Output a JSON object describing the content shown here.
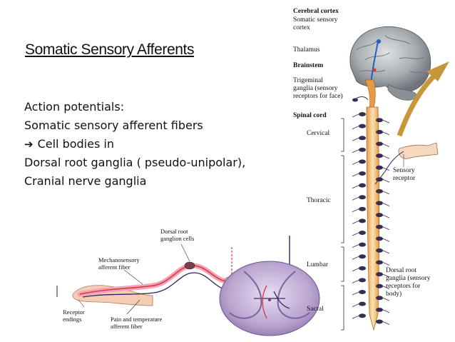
{
  "slide": {
    "title": "Somatic Sensory Afferents",
    "body_lines": [
      "Action potentials:",
      "Somatic sensory afferent fibers",
      "Cell bodies in",
      "Dorsal root ganglia ( pseudo-unipolar),",
      "Cranial nerve ganglia"
    ],
    "arrow_icon": "right-arrow-icon"
  },
  "right_figure": {
    "cerebral_cortex": "Cerebral cortex",
    "somatic_sensory_cortex_1": "Somatic sensory",
    "somatic_sensory_cortex_2": "cortex",
    "thalamus": "Thalamus",
    "brainstem": "Brainstem",
    "trigeminal_1": "Trigeminal",
    "trigeminal_2": "ganglia (sensory",
    "trigeminal_3": "receptors for face)",
    "spinal_cord": "Spinal cord",
    "cervical": "Cervical",
    "thoracic": "Thoracic",
    "lumbar": "Lumbar",
    "sacral": "Sacral",
    "sensory_receptor_1": "Sensory",
    "sensory_receptor_2": "receptor",
    "drg_1": "Dorsal root",
    "drg_2": "ganglia (sensory",
    "drg_3": "receptors for",
    "drg_4": "body)"
  },
  "left_figure": {
    "dorsal_root_1": "Dorsal root",
    "dorsal_root_2": "ganglion cells",
    "mechano_1": "Mechanosensory",
    "mechano_2": "afferent fiber",
    "receptor_1": "Receptor",
    "receptor_2": "endings",
    "pain_1": "Pain and temperature",
    "pain_2": "afferent fiber"
  },
  "colors": {
    "brain": "#a9aeb3",
    "spinal_cord": "#f0b36a",
    "ganglia": "#3a2c4e",
    "arrow": "#c8963a",
    "cross_section": "#b9a4cf",
    "mechano_fiber": "#d7354f",
    "pain_fiber": "#2d2466"
  }
}
